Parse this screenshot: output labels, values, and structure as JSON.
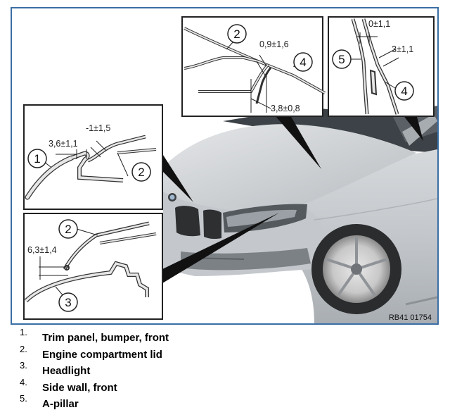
{
  "figure": {
    "reference": "RB41 01754",
    "callouts": {
      "one": "1",
      "two": "2",
      "three": "3",
      "four": "4",
      "five": "5"
    },
    "dimensions": {
      "bumper_gap": "3,6±1,1",
      "bumper_offset": "-1±1,5",
      "headlight_gap": "6,3±1,4",
      "lid_offset": "0,9±1,6",
      "lid_gap": "3,8±0,8",
      "pillar_offset": "0±1,1",
      "pillar_gap": "3±1,1"
    }
  },
  "legend": [
    {
      "number": "1.",
      "label": "Trim panel, bumper, front"
    },
    {
      "number": "2.",
      "label": "Engine compartment lid"
    },
    {
      "number": "3.",
      "label": "Headlight"
    },
    {
      "number": "4.",
      "label": "Side wall, front"
    },
    {
      "number": "5.",
      "label": "A-pillar"
    }
  ]
}
